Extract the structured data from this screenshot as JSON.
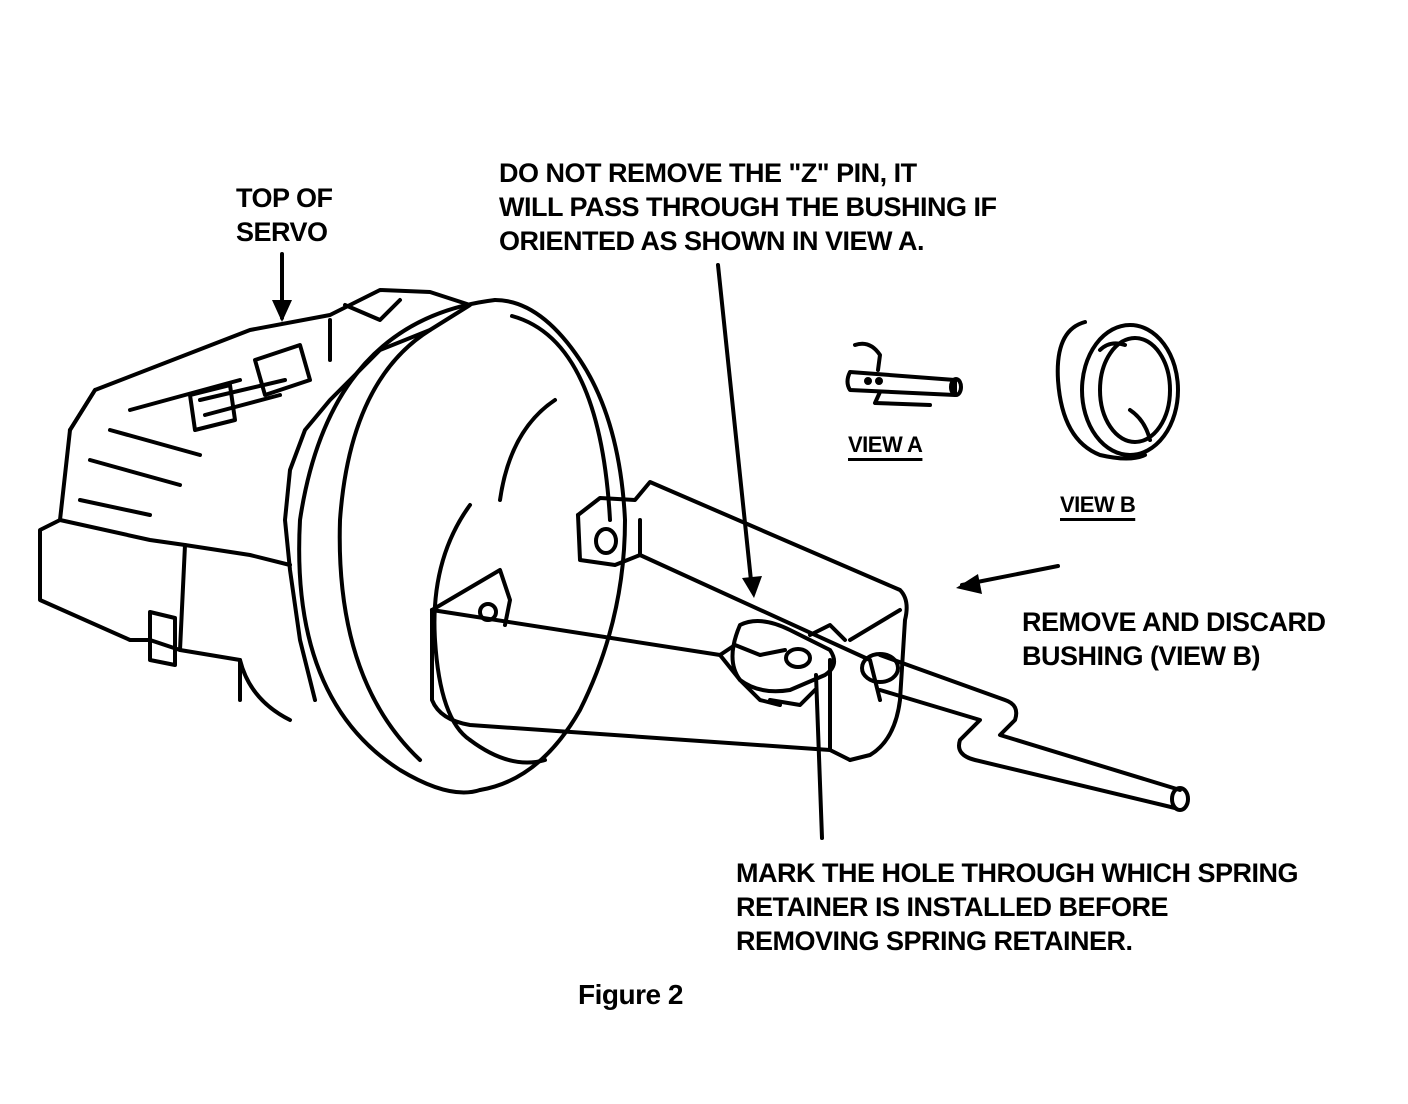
{
  "labels": {
    "top_of_servo": [
      "TOP OF",
      "SERVO"
    ],
    "z_pin_note": [
      "DO NOT REMOVE THE \"Z\" PIN, IT",
      "WILL PASS THROUGH THE BUSHING IF",
      "ORIENTED AS SHOWN IN VIEW A."
    ],
    "view_a": "VIEW A",
    "view_b": "VIEW B",
    "remove_bushing": [
      "REMOVE AND DISCARD",
      "BUSHING (VIEW B)"
    ],
    "mark_hole": [
      "MARK THE HOLE THROUGH WHICH SPRING",
      "RETAINER IS INSTALLED BEFORE",
      "REMOVING SPRING RETAINER."
    ],
    "caption": "Figure 2"
  }
}
